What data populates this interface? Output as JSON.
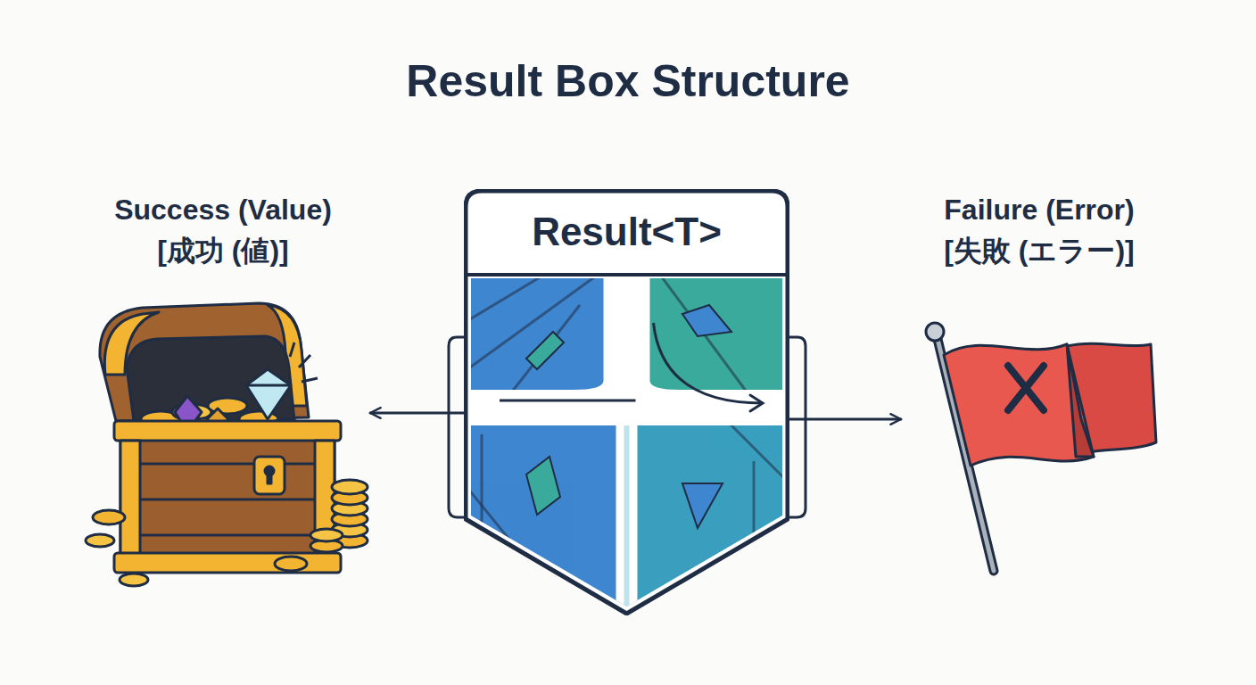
{
  "diagram": {
    "title": "Result Box Structure",
    "nodes": [
      {
        "text": [
          "Success (Value)",
          "[成功 (値)]"
        ]
      },
      {
        "text": [
          "Result<T>"
        ]
      },
      {
        "text": [
          "Failure (Error)",
          "[失敗 (エラー)]"
        ]
      }
    ],
    "edges": [
      {
        "from": 1,
        "to": 0,
        "arrow": "to"
      },
      {
        "from": 1,
        "to": 2,
        "arrow": "to"
      }
    ]
  }
}
